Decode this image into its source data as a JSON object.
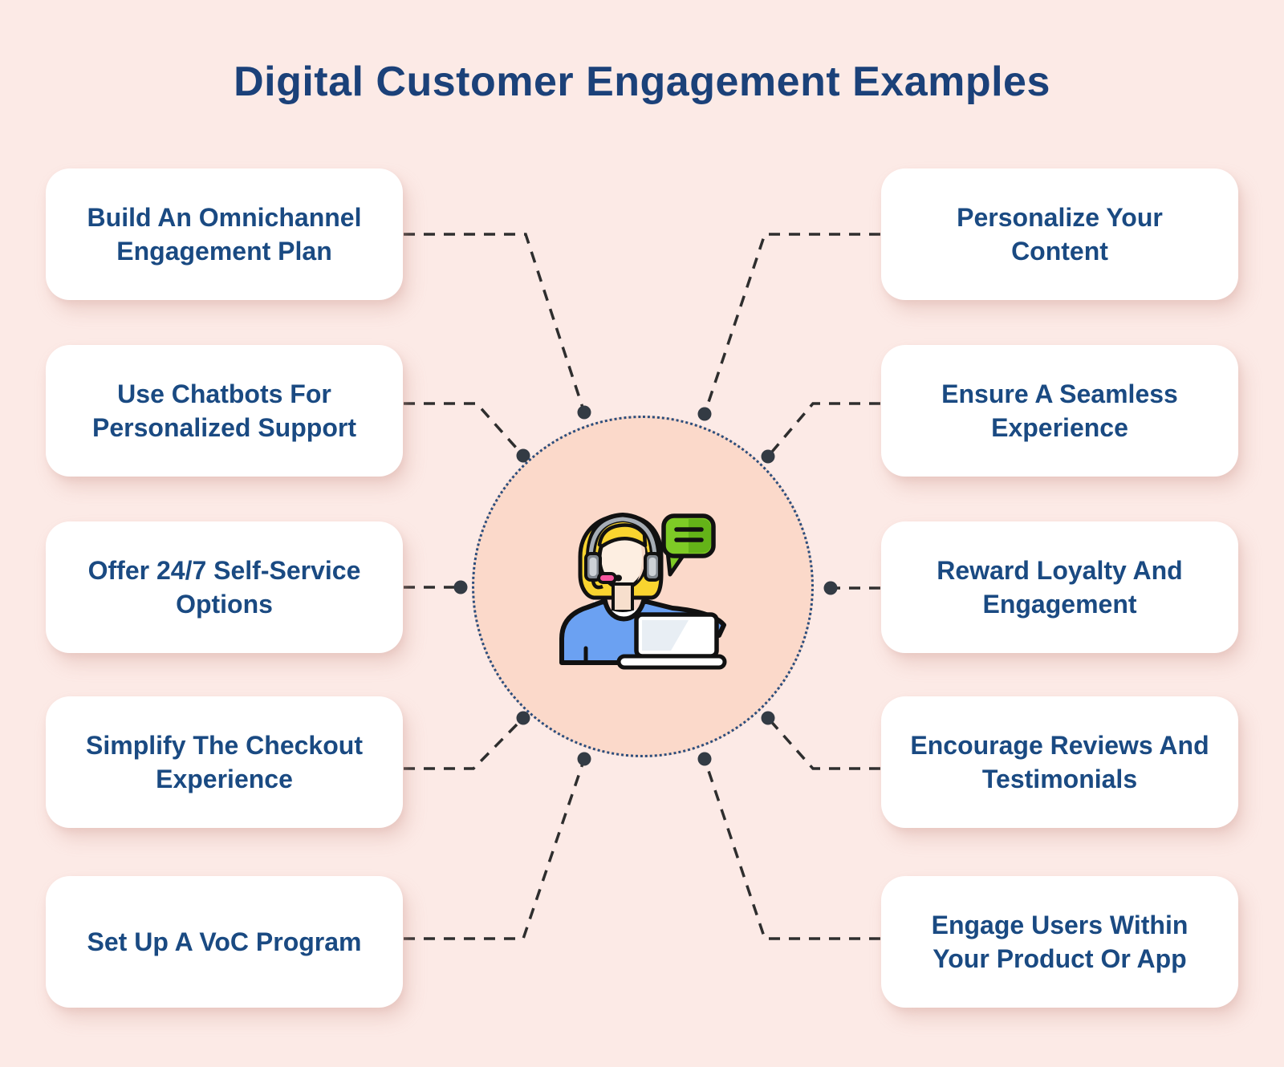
{
  "title": "Digital Customer Engagement Examples",
  "center": {
    "illustration": "customer-support-agent-with-headset-laptop-and-chat-bubble"
  },
  "boxes": {
    "left": [
      {
        "label": "Build An Omnichannel Engagement Plan"
      },
      {
        "label": "Use Chatbots For Personalized Support"
      },
      {
        "label": "Offer 24/7 Self-Service Options"
      },
      {
        "label": "Simplify The Checkout Experience"
      },
      {
        "label": "Set Up A VoC Program"
      }
    ],
    "right": [
      {
        "label": "Personalize Your Content"
      },
      {
        "label": "Ensure A Seamless Experience"
      },
      {
        "label": "Reward Loyalty And Engagement"
      },
      {
        "label": "Encourage Reviews And Testimonials"
      },
      {
        "label": "Engage Users Within Your Product Or App"
      }
    ]
  },
  "colors": {
    "background": "#fceae6",
    "box_background": "#ffffff",
    "title_text": "#1b4179",
    "box_text": "#1a4a82",
    "circle_fill": "#fbd9ca",
    "circle_border": "#2c4d7c",
    "connector": "#2e2e2e",
    "connector_dot": "#333b44",
    "bubble_green": "#7ecb26",
    "bubble_green_dark": "#64b318",
    "hair_yellow": "#f9d42f",
    "shirt_blue": "#6ba1f2",
    "mic_pink": "#f6559e",
    "skin": "#fdeee1",
    "headset_gray": "#a6adb5"
  }
}
